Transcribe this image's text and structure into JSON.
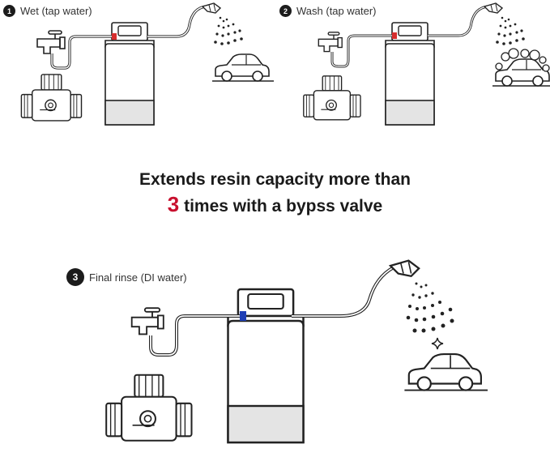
{
  "steps": [
    {
      "number": "1",
      "label": "Wet (tap water)"
    },
    {
      "number": "2",
      "label": "Wash (tap water)"
    },
    {
      "number": "3",
      "label": "Final rinse (DI water)"
    }
  ],
  "headline": {
    "line1": "Extends resin capacity more than",
    "number": "3",
    "line2_rest": " times with a bypss valve"
  },
  "colors": {
    "accent_red": "#c8102e",
    "inlet_tap": "#d62d2d",
    "inlet_di": "#1f3fb5",
    "badge": "#1c1c1c"
  },
  "icons": [
    "faucet-icon",
    "bypass-valve-icon",
    "resin-tank-icon",
    "spray-nozzle-icon",
    "car-icon",
    "foam-car-icon",
    "sparkle-icon"
  ]
}
